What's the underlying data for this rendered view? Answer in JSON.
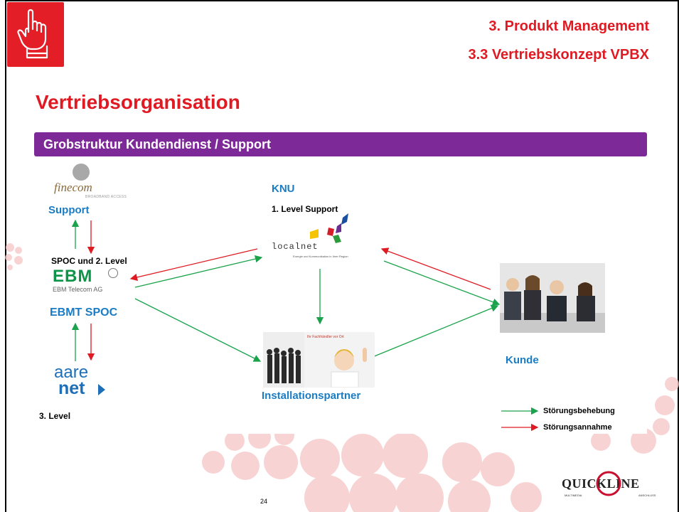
{
  "header": {
    "section_title": "3. Produkt Management",
    "subsection_title": "3.3 Vertriebskonzept VPBX"
  },
  "slide": {
    "heading": "Vertriebsorganisation",
    "banner": "Grobstruktur Kundendienst / Support",
    "page_number": "24"
  },
  "nodes": {
    "finecom": {
      "logo_text": "finecom",
      "logo_sub": "BROADBAND ACCESS",
      "label": "Support"
    },
    "ebm": {
      "caption_top": "SPOC und 2. Level",
      "logo_text": "EBM",
      "logo_sub": "EBM Telecom AG",
      "label": "EBMT SPOC"
    },
    "aarenet": {
      "logo_top": "aare",
      "logo_bottom": "net",
      "label": "3. Level"
    },
    "knu": {
      "label": "KNU",
      "sublabel": "1. Level Support",
      "logo_text": "localnet",
      "logo_sub": "Energie und Kommunikation in Ihrer Region"
    },
    "installer": {
      "label": "Installationspartner",
      "banner": "Ihr Fachhändler vor Ort"
    },
    "customer": {
      "label": "Kunde"
    }
  },
  "legend": {
    "items": [
      {
        "label": "Störungsbehebung",
        "color": "#1aa34a"
      },
      {
        "label": "Störungsannahme",
        "color": "#e01a22"
      }
    ]
  },
  "brand": {
    "logo": "QUICKLINE",
    "sub_left": "MULTIMEDIA",
    "sub_right": "ANSCHLUSS"
  },
  "colors": {
    "accent_red": "#e01a22",
    "banner_purple": "#7d2a98",
    "label_blue": "#1a7cc4",
    "green": "#1aa34a"
  }
}
